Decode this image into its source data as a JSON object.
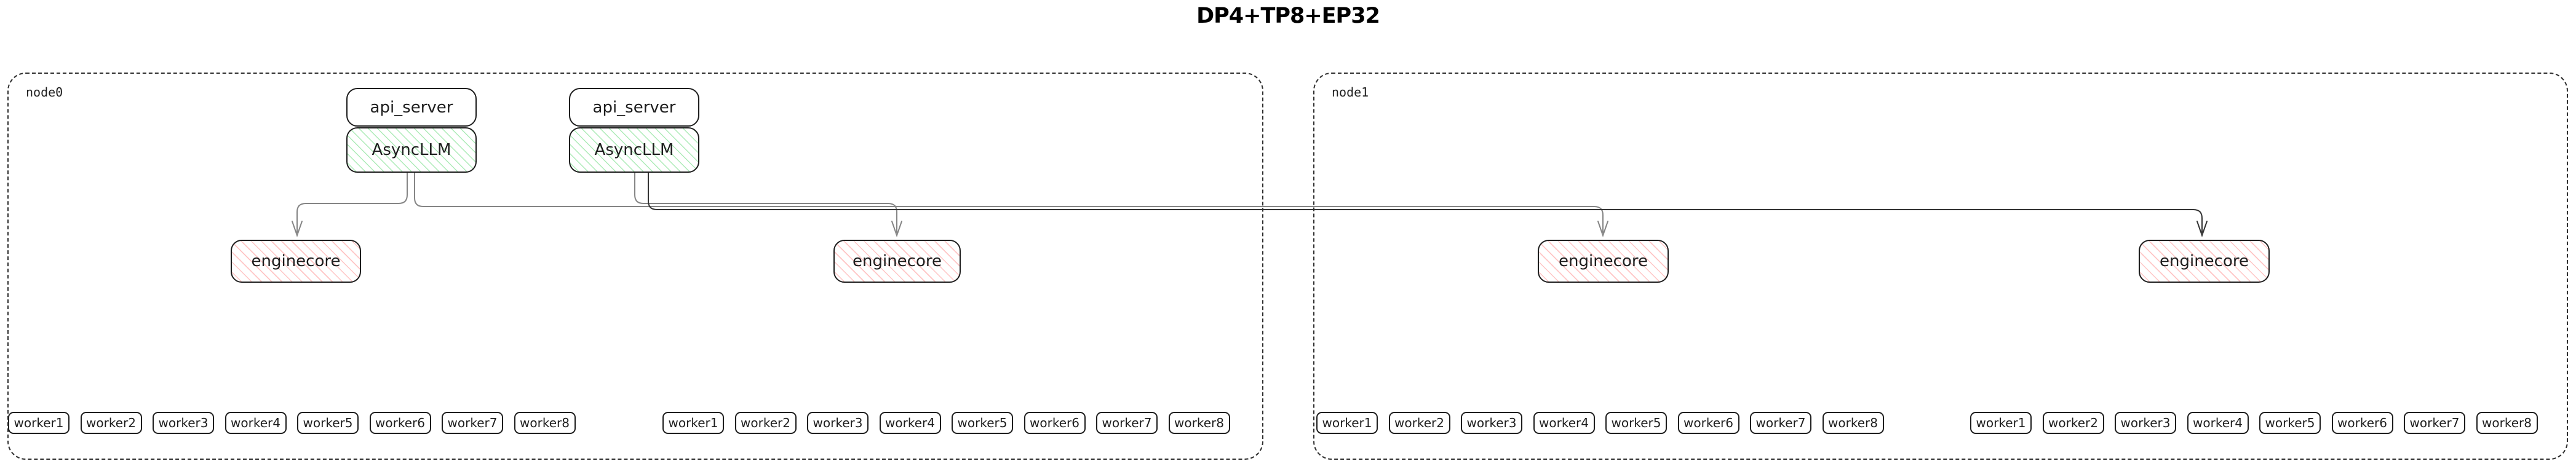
{
  "title": "DP4+TP8+EP32",
  "colors": {
    "box_border": "#1e1e1e",
    "node_border_dashed": "#2f2f2f",
    "asyncllm_hatch_green": "#69db7c",
    "enginecore_hatch_red": "#ff9696",
    "connector_gray": "#858585",
    "connector_dark": "#333333"
  },
  "nodes": [
    {
      "label": "node0",
      "stacks": [
        {
          "api": "api_server",
          "llm": "AsyncLLM"
        },
        {
          "api": "api_server",
          "llm": "AsyncLLM"
        }
      ],
      "enginecores": [
        "enginecore",
        "enginecore"
      ],
      "worker_groups": [
        [
          "worker1",
          "worker2",
          "worker3",
          "worker4",
          "worker5",
          "worker6",
          "worker7",
          "worker8"
        ],
        [
          "worker1",
          "worker2",
          "worker3",
          "worker4",
          "worker5",
          "worker6",
          "worker7",
          "worker8"
        ]
      ]
    },
    {
      "label": "node1",
      "enginecores": [
        "enginecore",
        "enginecore"
      ],
      "worker_groups": [
        [
          "worker1",
          "worker2",
          "worker3",
          "worker4",
          "worker5",
          "worker6",
          "worker7",
          "worker8"
        ],
        [
          "worker1",
          "worker2",
          "worker3",
          "worker4",
          "worker5",
          "worker6",
          "worker7",
          "worker8"
        ]
      ]
    }
  ],
  "connections": [
    {
      "from": "node0-asyncllm-0",
      "to": "node0-enginecore-0"
    },
    {
      "from": "node0-asyncllm-0",
      "to": "node1-enginecore-0"
    },
    {
      "from": "node0-asyncllm-1",
      "to": "node0-enginecore-1"
    },
    {
      "from": "node0-asyncllm-1",
      "to": "node1-enginecore-1"
    }
  ]
}
